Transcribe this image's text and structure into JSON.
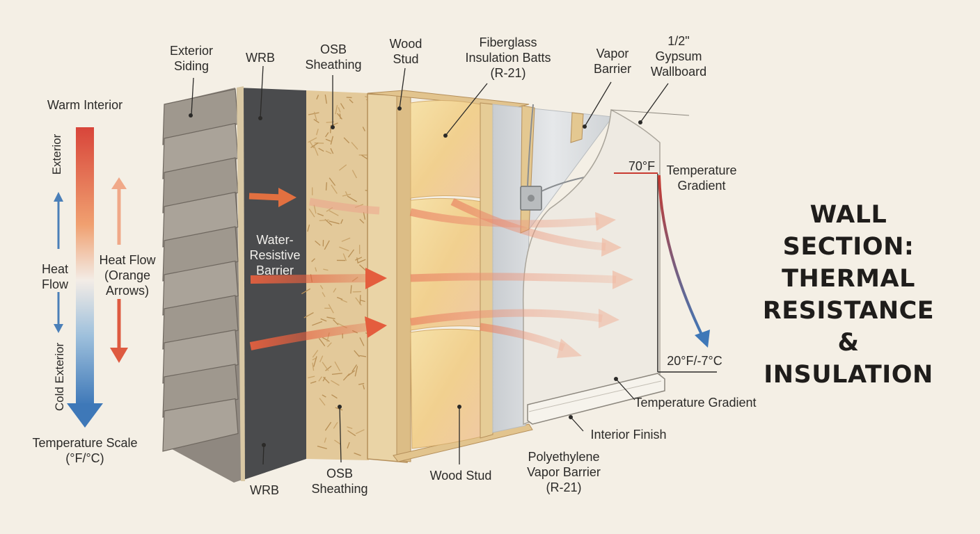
{
  "title_lines": [
    "WALL SECTION:",
    "THERMAL",
    "RESISTANCE &",
    "INSULATION"
  ],
  "scale": {
    "top": "Warm Interior",
    "bottom_lines": [
      "Temperature Scale",
      "(°F/°C)"
    ],
    "vertical_top": "Exterior",
    "vertical_bottom": "Cold Exterior",
    "heat_flow_lines": [
      "Heat",
      "Flow"
    ],
    "heat_flow_orange_lines": [
      "Heat Flow",
      "(Orange",
      "Arrows)"
    ]
  },
  "top_labels": {
    "exterior_siding": [
      "Exterior",
      "Siding"
    ],
    "wrb": [
      "WRB"
    ],
    "osb": [
      "OSB",
      "Sheathing"
    ],
    "wood_stud": [
      "Wood",
      "Stud"
    ],
    "fiberglass": [
      "Fiberglass",
      "Insulation Batts",
      "(R-21)"
    ],
    "vapor_barrier": [
      "Vapor",
      "Barrier"
    ],
    "gypsum": [
      "1/2\"",
      "Gypsum",
      "Wallboard"
    ]
  },
  "mid_labels": {
    "water_resistive": [
      "Water-",
      "Resistive",
      "Barrier"
    ]
  },
  "bottom_labels": {
    "wrb": [
      "WRB"
    ],
    "osb": [
      "OSB",
      "Sheathing"
    ],
    "wood_stud": [
      "Wood Stud"
    ],
    "poly": [
      "Polyethylene",
      "Vapor Barrier",
      "(R-21)"
    ],
    "interior_finish": [
      "Interior Finish"
    ],
    "temp_gradient_bottom": [
      "Temperature Gradient"
    ]
  },
  "gradient": {
    "warm_value": "70°F",
    "cold_value": "20°F/-7°C",
    "label_lines": [
      "Temperature",
      "Gradient"
    ]
  },
  "colors": {
    "warm": "#d8453a",
    "cold": "#3e78b8",
    "heat_arrow": "#e4603f",
    "wrb": "#4a4b4d",
    "osb": "#e3c99a",
    "stud": "#e7cfa0",
    "insulation": "#f3d99a",
    "vapor": "#d7dadc",
    "gypsum": "#eeeae2",
    "siding": "#a69f96"
  }
}
